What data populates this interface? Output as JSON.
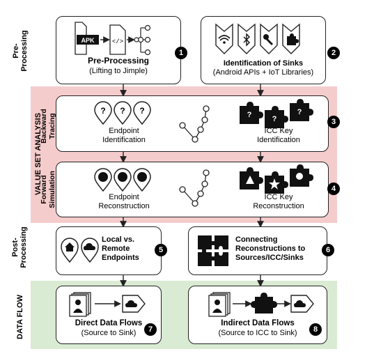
{
  "sections": {
    "preprocessing": "Pre-\nProcessing",
    "value_set_analysis": "VALUE SET ANALYSIS",
    "postprocessing": "Post-\nProcessing",
    "data_flow": "DATA FLOW"
  },
  "subsections": {
    "backward": "Backward\nTracing",
    "forward": "Forward\nSimulation"
  },
  "boxes": {
    "pre": {
      "apk": "APK",
      "title": "Pre-Processing",
      "subtitle": "(Lifting to Jimple)",
      "num": "1"
    },
    "sinks": {
      "title": "Identification of Sinks",
      "subtitle": "(Android APIs + IoT Libraries)",
      "num": "2"
    },
    "backward": {
      "left": "Endpoint\nIdentification",
      "right": "ICC Key\nIdentification",
      "num": "3"
    },
    "forward": {
      "left": "Endpoint\nReconstruction",
      "right": "ICC Key\nReconstruction",
      "num": "4"
    },
    "local": {
      "title": "Local vs.\nRemote\nEndpoints",
      "num": "5"
    },
    "connect": {
      "title": "Connecting\nReconstructions to\nSources/ICC/Sinks",
      "num": "6"
    },
    "direct": {
      "title": "Direct Data Flows",
      "subtitle": "(Source to Sink)",
      "num": "7"
    },
    "indirect": {
      "title": "Indirect Data Flows",
      "subtitle": "(Source to ICC to Sink)",
      "num": "8"
    }
  },
  "icons": [
    "apk-file-icon",
    "code-file-icon",
    "tree-icon",
    "wifi-shield-icon",
    "bluetooth-shield-icon",
    "key-shield-icon",
    "puzzle-shield-icon",
    "question-pin-icon",
    "puzzle-icon",
    "path-graph-icon",
    "filled-pin-icon",
    "home-pin-icon",
    "cloud-pin-icon",
    "contacts-icon",
    "cloud-tag-icon"
  ]
}
